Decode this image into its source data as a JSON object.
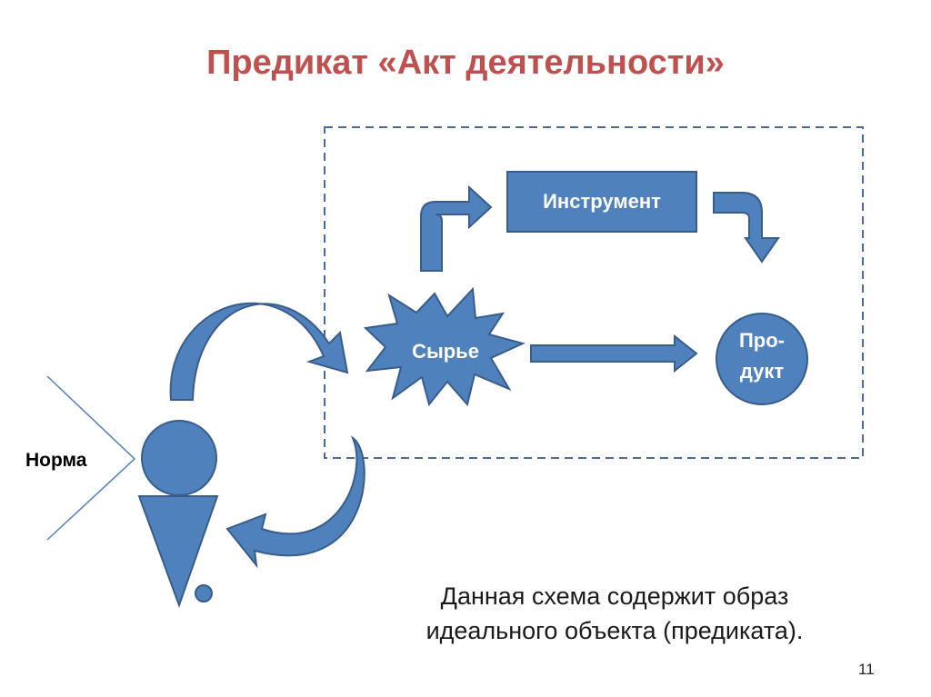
{
  "title": "Предикат «Акт деятельности»",
  "nodes": {
    "instrument": "Инструмент",
    "raw": "Сырье",
    "product_line1": "Про-",
    "product_line2": "дукт",
    "norm": "Норма"
  },
  "caption_line1": "Данная схема содержит образ",
  "caption_line2": "идеального объекта (предиката).",
  "page_number": "11",
  "colors": {
    "title": "#c0504d",
    "shape_fill": "#4f81bd",
    "shape_stroke": "#385d8a"
  }
}
